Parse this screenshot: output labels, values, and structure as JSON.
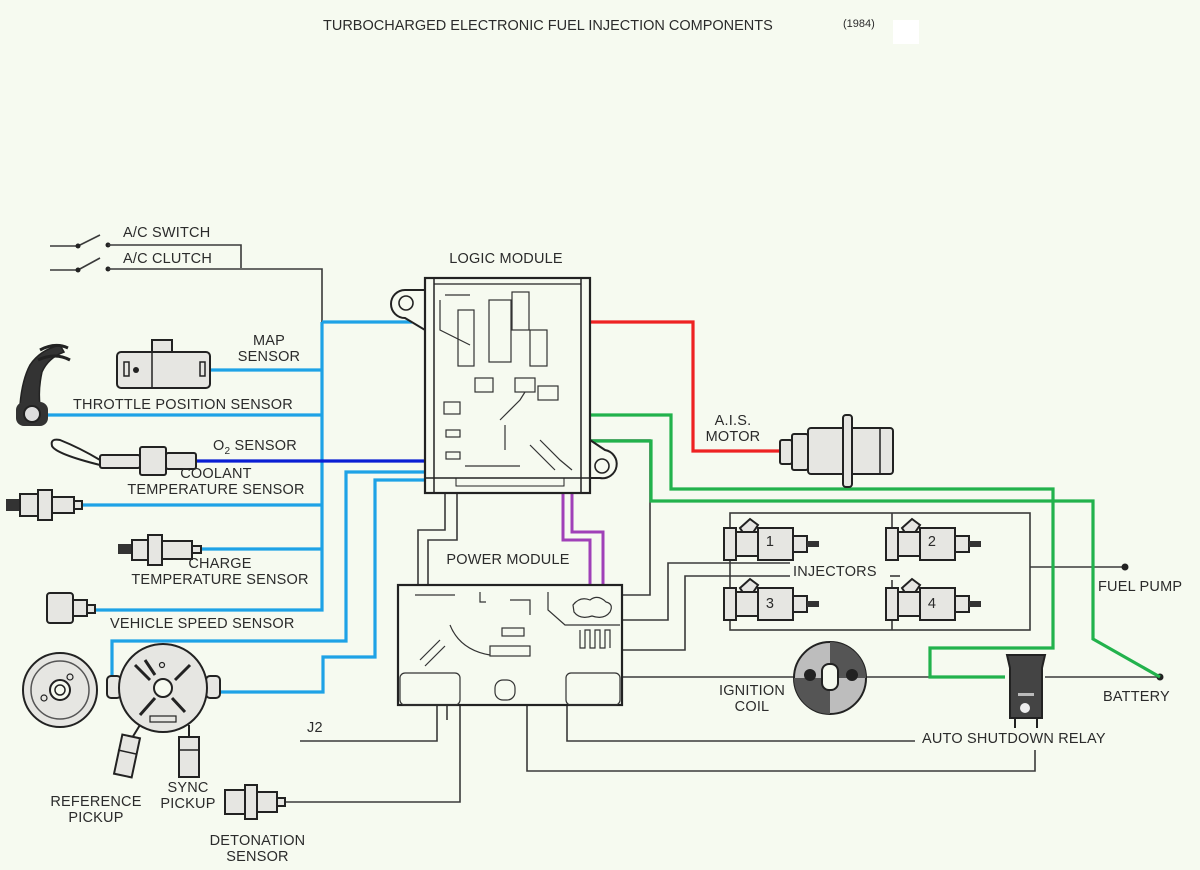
{
  "title": "TURBOCHARGED ELECTRONIC FUEL INJECTION COMPONENTS",
  "year": "(1984)",
  "modules": {
    "logic": "LOGIC MODULE",
    "power": "POWER MODULE"
  },
  "switches": {
    "ac_switch": "A/C SWITCH",
    "ac_clutch": "A/C CLUTCH"
  },
  "sensors": {
    "map_line1": "MAP",
    "map_line2": "SENSOR",
    "throttle": "THROTTLE POSITION SENSOR",
    "o2_prefix": "O",
    "o2_sub": "2",
    "o2_suffix": " SENSOR",
    "coolant_line1": "COOLANT",
    "coolant_line2": "TEMPERATURE SENSOR",
    "charge_line1": "CHARGE",
    "charge_line2": "TEMPERATURE SENSOR",
    "vehicle_speed": "VEHICLE SPEED SENSOR",
    "reference_line1": "REFERENCE",
    "reference_line2": "PICKUP",
    "sync_line1": "SYNC",
    "sync_line2": "PICKUP",
    "detonation_line1": "DETONATION",
    "detonation_line2": "SENSOR"
  },
  "actuators": {
    "ais_line1": "A.I.S.",
    "ais_line2": "MOTOR",
    "injectors": "INJECTORS",
    "injector_numbers": [
      "1",
      "2",
      "3",
      "4"
    ],
    "fuel_pump": "FUEL PUMP",
    "battery": "BATTERY",
    "ignition_line1": "IGNITION",
    "ignition_line2": "COIL",
    "auto_shutdown": "AUTO SHUTDOWN RELAY",
    "j2": "J2"
  },
  "wire_colors": {
    "sensor_input": "#1ea2e6",
    "o2_signal": "#0a1ed4",
    "ais_drive": "#ee2222",
    "power_feed": "#22b24c",
    "module_link": "#a040b8",
    "ground": "#3a3a3a"
  }
}
